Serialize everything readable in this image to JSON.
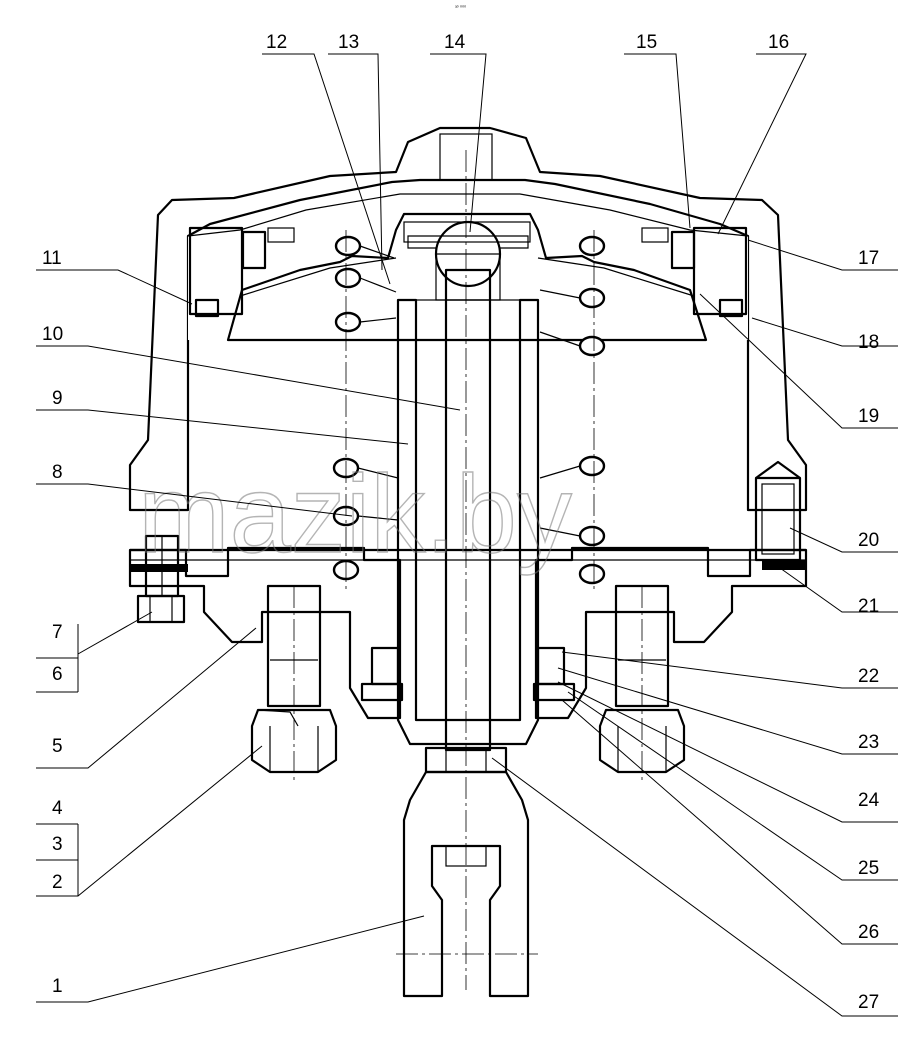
{
  "figure": {
    "watermark": "mazik.by",
    "top_mark": "³⁰ ⁰⁰⁰"
  },
  "callouts": {
    "left": [
      "11",
      "10",
      "9",
      "8",
      "7",
      "6",
      "5",
      "4",
      "3",
      "2",
      "1"
    ],
    "top": [
      "12",
      "13",
      "14",
      "15",
      "16"
    ],
    "right": [
      "17",
      "18",
      "19",
      "20",
      "21",
      "22",
      "23",
      "24",
      "25",
      "26",
      "27"
    ]
  },
  "colors": {
    "line": "#000000",
    "background": "#ffffff",
    "watermark": "#777777"
  }
}
